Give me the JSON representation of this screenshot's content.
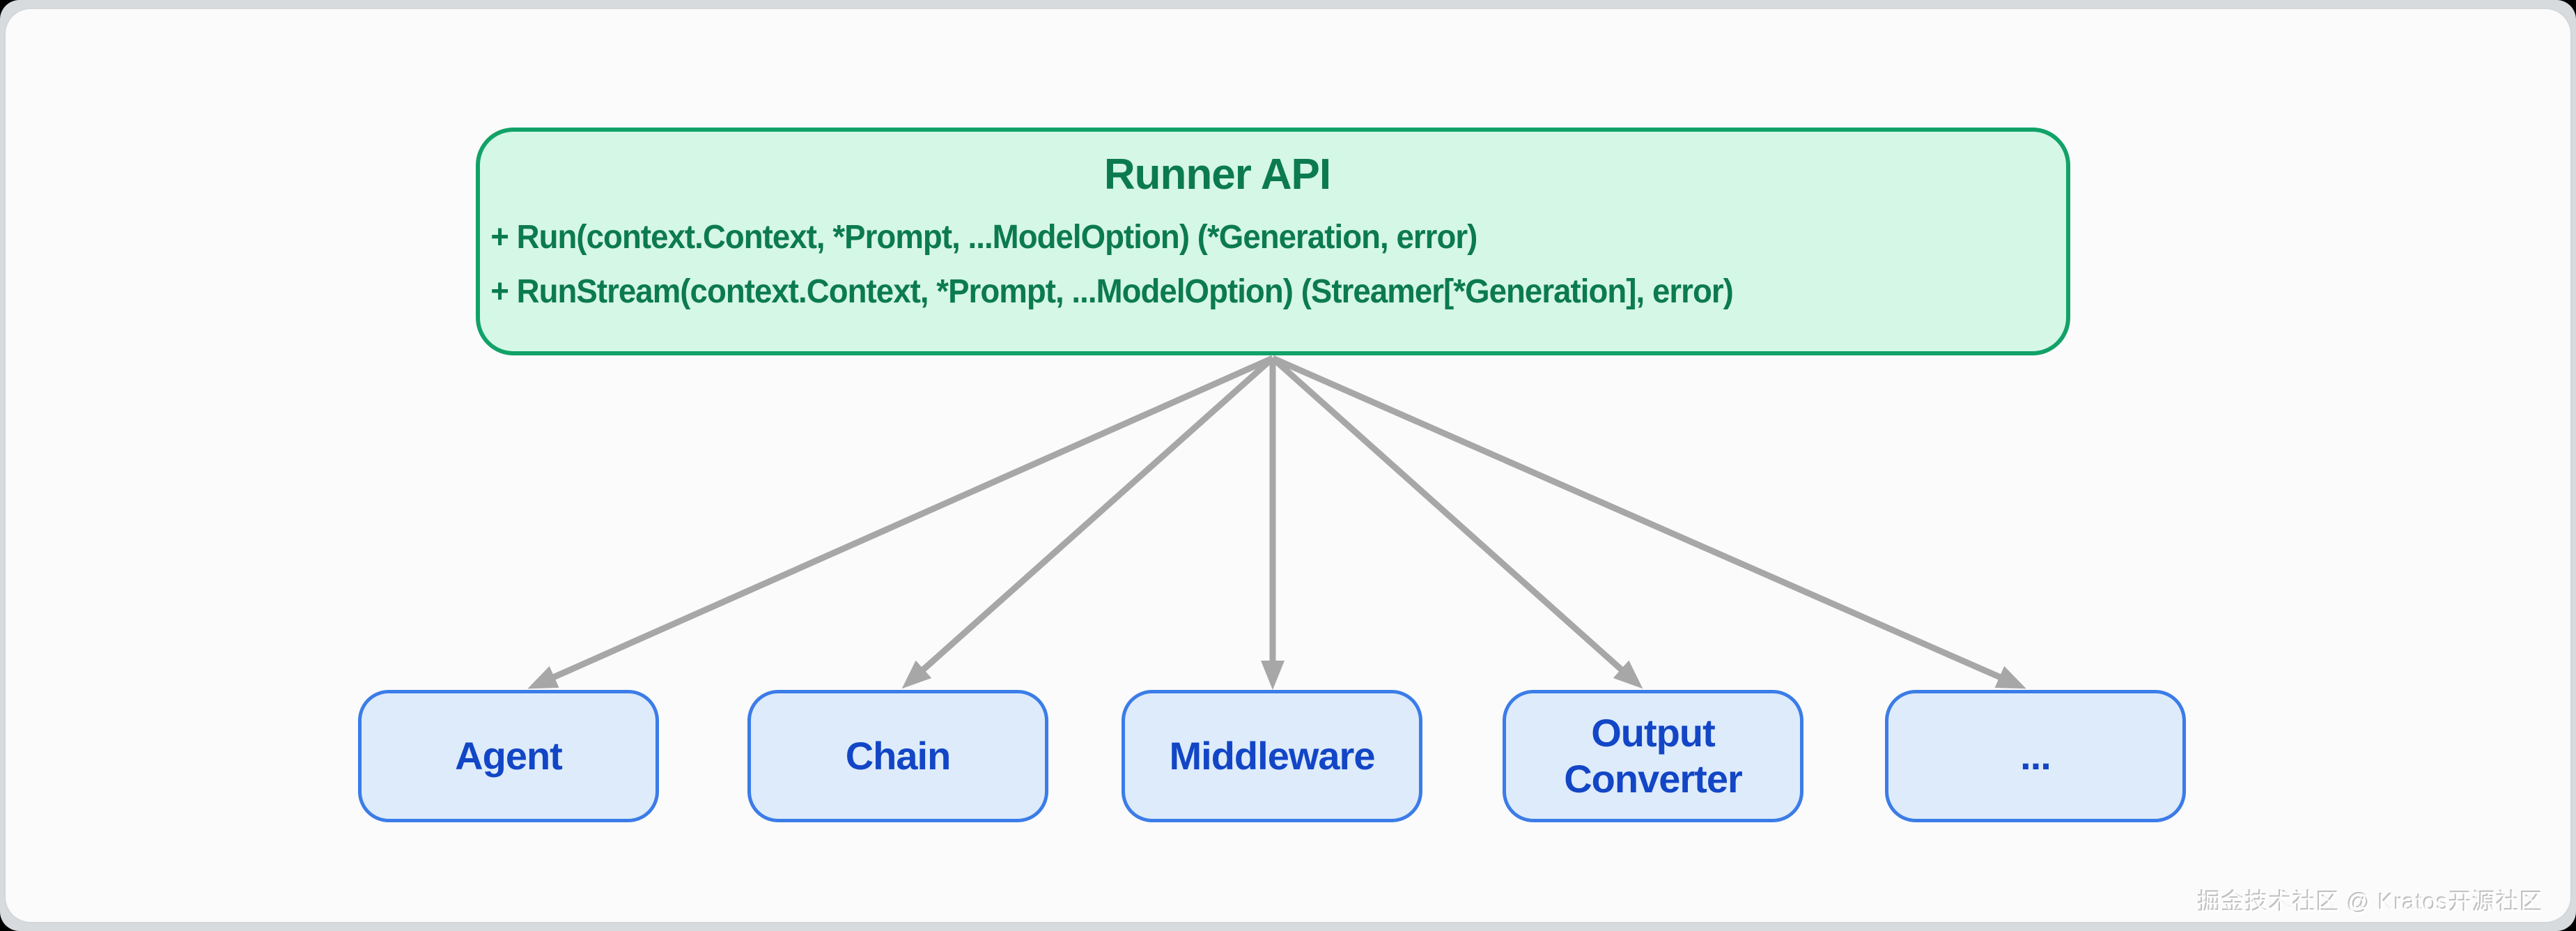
{
  "diagram": {
    "runner_api": {
      "title": "Runner API",
      "methods": [
        "+ Run(context.Context, *Prompt, ...ModelOption) (*Generation, error)",
        "+ RunStream(context.Context, *Prompt, ...ModelOption) (Streamer[*Generation], error)"
      ]
    },
    "children": [
      {
        "label": "Agent"
      },
      {
        "label": "Chain"
      },
      {
        "label": "Middleware"
      },
      {
        "label": "Output Converter"
      },
      {
        "label": "..."
      }
    ]
  },
  "watermark": {
    "text": "掘金技术社区 @ Kratos开源社区"
  },
  "colors": {
    "green-border": "#12a268",
    "green-fill": "#d5f7e6",
    "green-text": "#0c7a50",
    "blue-border": "#3b7ce8",
    "blue-fill": "#ddebfb",
    "blue-text": "#1246c6",
    "arrow": "#a7a7a7",
    "frame-bg": "#d8dbde",
    "card-bg": "#fbfbfc"
  }
}
